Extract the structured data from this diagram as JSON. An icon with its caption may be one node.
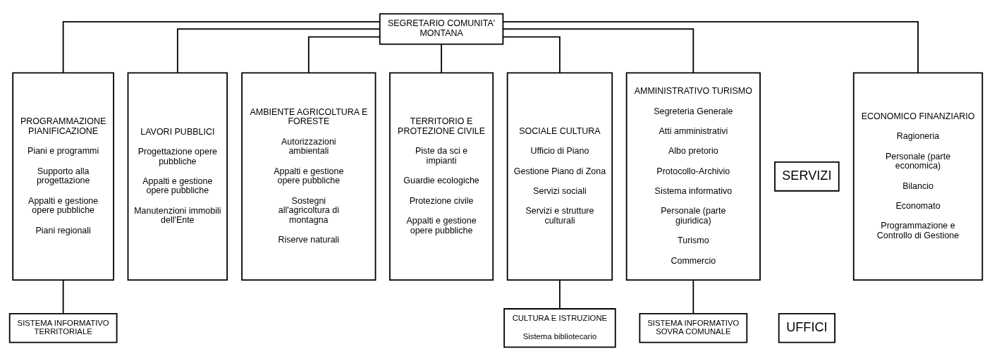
{
  "diagram": {
    "nodes": [
      {
        "text": [
          "SEGRETARIO COMUNITA' MONTANA"
        ]
      },
      {
        "text": [
          "AMMINISTRATIVO TURISMO",
          "Segreteria Generale",
          "Atti amministrativi",
          "Albo pretorio",
          "Protocollo-Archivio",
          "Sistema informativo",
          "Personale (parte giuridica)",
          "Turismo",
          "Commercio"
        ]
      },
      {
        "text": [
          "ECONOMICO FINANZIARIO",
          "Ragioneria",
          "Personale (parte economica)",
          "Bilancio",
          "Economato",
          "Programmazione e Controllo di Gestione"
        ]
      },
      {
        "text": [
          "PROGRAMMAZIONE PIANIFICAZIONE",
          "Piani e programmi",
          "Supporto alla progettazione",
          "Appalti e gestione opere pubbliche",
          "Piani regionali"
        ]
      },
      {
        "text": [
          "LAVORI PUBBLICI",
          "Progettazione opere pubbliche",
          "Appalti e gestione opere pubbliche",
          "Manutenzioni immobili dell'Ente"
        ]
      },
      {
        "text": [
          "AMBIENTE AGRICOLTURA E FORESTE",
          "Autorizzazioni ambientali",
          "Appalti e gestione opere pubbliche",
          "Sostegni all'agricoltura di montagna",
          "Riserve naturali"
        ]
      },
      {
        "text": [
          "TERRITORIO E PROTEZIONE CIVILE",
          "Piste da sci e impianti",
          "Guardie ecologiche",
          "Protezione civile",
          "Appalti e gestione opere pubbliche"
        ]
      },
      {
        "text": [
          "SOCIALE CULTURA",
          "Ufficio di Piano",
          "Gestione Piano di Zona",
          "Servizi sociali",
          "Servizi e strutture culturali"
        ]
      },
      {
        "text": [
          "SERVIZI"
        ]
      },
      {
        "text": [
          "UFFICI"
        ]
      },
      {
        "text": [
          "SISTEMA INFORMATIVO SOVRA COMUNALE"
        ]
      },
      {
        "text": [
          "SISTEMA INFORMATIVO TERRITORIALE"
        ]
      },
      {
        "text": [
          "CULTURA E ISTRUZIONE",
          "Sistema bibliotecario"
        ]
      }
    ],
    "edges": [
      {
        "from": 0,
        "to": 1,
        "arrow": "none"
      },
      {
        "from": 0,
        "to": 2,
        "arrow": "none"
      },
      {
        "from": 0,
        "to": 3,
        "arrow": "none"
      },
      {
        "from": 0,
        "to": 4,
        "arrow": "none"
      },
      {
        "from": 0,
        "to": 5,
        "arrow": "none"
      },
      {
        "from": 0,
        "to": 6,
        "arrow": "none"
      },
      {
        "from": 0,
        "to": 7,
        "arrow": "none"
      },
      {
        "from": 1,
        "to": 10,
        "arrow": "none"
      },
      {
        "from": 3,
        "to": 11,
        "arrow": "none"
      },
      {
        "from": 7,
        "to": 12,
        "arrow": "none"
      }
    ]
  }
}
